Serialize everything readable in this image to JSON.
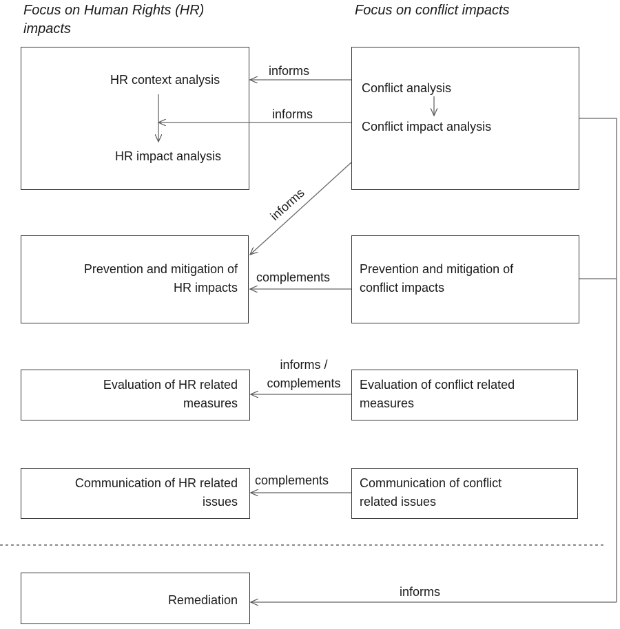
{
  "headers": {
    "left_line1": "Focus on Human Rights (HR)",
    "left_line2": "impacts",
    "right": "Focus on conflict impacts"
  },
  "boxes": {
    "hr_analysis": {
      "context": "HR context analysis",
      "impact": "HR impact analysis"
    },
    "conflict_analysis": {
      "analysis": "Conflict analysis",
      "impact": "Conflict impact analysis"
    },
    "hr_prevention": {
      "line1": "Prevention and mitigation of",
      "line2": "HR impacts"
    },
    "conflict_prevention": {
      "line1": "Prevention and mitigation of",
      "line2": "conflict impacts"
    },
    "hr_evaluation": {
      "line1": "Evaluation of HR related",
      "line2": "measures"
    },
    "conflict_evaluation": {
      "line1": "Evaluation of conflict related",
      "line2": "measures"
    },
    "hr_communication": {
      "line1": "Communication of HR related",
      "line2": "issues"
    },
    "conflict_communication": {
      "line1": "Communication of conflict",
      "line2": "related issues"
    },
    "remediation": {
      "label": "Remediation"
    }
  },
  "edges": {
    "informs_1": "informs",
    "informs_2": "informs",
    "informs_diag": "informs",
    "complements_1": "complements",
    "informs_complements_1": "informs /",
    "informs_complements_2": "complements",
    "complements_2": "complements",
    "informs_remediation": "informs"
  }
}
